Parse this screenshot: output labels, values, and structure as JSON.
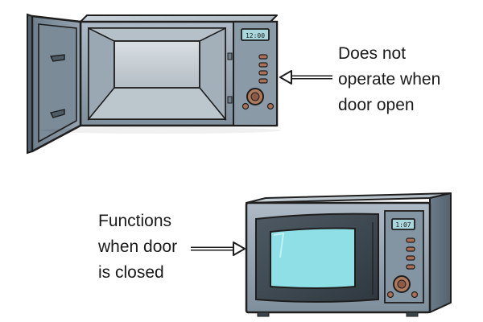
{
  "labels": {
    "open": {
      "lines": [
        "Does not",
        "operate when",
        "door open"
      ]
    },
    "closed": {
      "lines": [
        "Functions",
        "when door",
        "is closed"
      ]
    }
  },
  "microwave_open": {
    "display_text": "12:00",
    "display_color": "#a9d7dc"
  },
  "microwave_closed": {
    "display_text": "1:07",
    "display_color": "#a9d7dc",
    "window_color": "#8fe0e6"
  },
  "colors": {
    "outline": "#1e1e1e",
    "body": "#8a9aa6",
    "panel": "#8395a2",
    "knob": "#b07a5e",
    "button": "#aa6f55"
  }
}
